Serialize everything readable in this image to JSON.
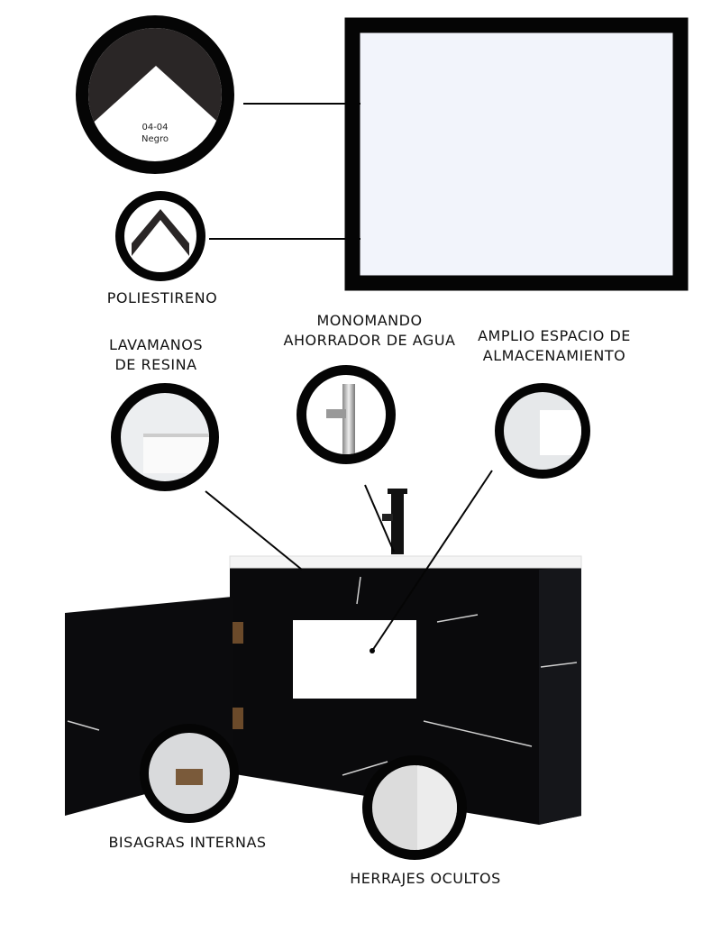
{
  "swatch": {
    "code": "04-04",
    "color_name": "Negro"
  },
  "labels": {
    "frame_material": "POLIESTIRENO",
    "sink": [
      "LAVAMANOS",
      "DE RESINA"
    ],
    "faucet": [
      "MONOMANDO",
      "AHORRADOR DE AGUA"
    ],
    "storage": [
      "AMPLIO ESPACIO DE",
      "ALMACENAMIENTO"
    ],
    "hinges": "BISAGRAS INTERNAS",
    "hardware": "HERRAJES OCULTOS"
  },
  "colors": {
    "frame": "#050505",
    "mirror": "#f2f4fb",
    "cabinet": "#0a0a0c",
    "vein": "#d8d8d8"
  }
}
